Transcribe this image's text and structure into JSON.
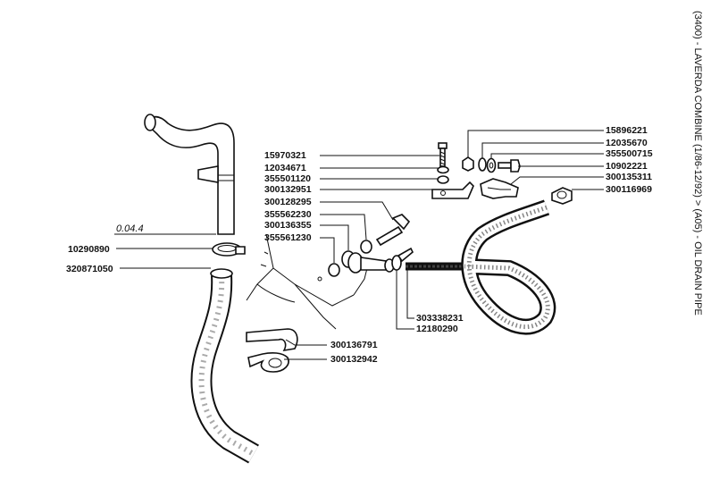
{
  "title": "(3400) - LAVERDA COMBINE (1/86-12/92) > (A05) - OIL DRAIN PIPE",
  "reference": "0.04.4",
  "colors": {
    "ink": "#111111",
    "background": "#ffffff"
  },
  "parts": {
    "p15896221": "15896221",
    "p12035670": "12035670",
    "p355500715": "355500715",
    "p10902221": "10902221",
    "p300135311": "300135311",
    "p300116969": "300116969",
    "p15970321": "15970321",
    "p12034671": "12034671",
    "p355501120": "355501120",
    "p300132951": "300132951",
    "p300128295": "300128295",
    "p355562230": "355562230",
    "p300136355": "300136355",
    "p355561230": "355561230",
    "p10290890": "10290890",
    "p320871050": "320871050",
    "p303338231": "303338231",
    "p12180290": "12180290",
    "p300136791": "300136791",
    "p300132942": "300132942"
  }
}
